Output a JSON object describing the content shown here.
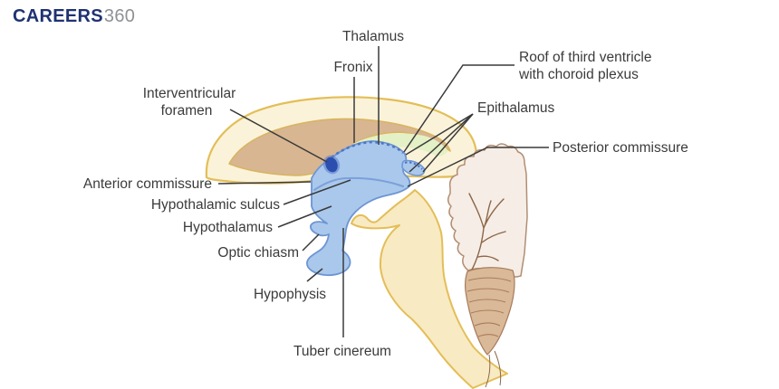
{
  "logo": {
    "brand": "CAREERS",
    "suffix": "360"
  },
  "labels": {
    "thalamus": "Thalamus",
    "fronix": "Fronix",
    "roof1": "Roof of third ventricle",
    "roof2": "with choroid plexus",
    "epithalamus": "Epithalamus",
    "posterior": "Posterior commissure",
    "foramen1": "Interventricular",
    "foramen2": "foramen",
    "anterior": "Anterior commissure",
    "sulcus": "Hypothalamic sulcus",
    "hypothalamus": "Hypothalamus",
    "optic": "Optic chiasm",
    "hypophysis": "Hypophysis",
    "tuber": "Tuber cinereum"
  },
  "colors": {
    "cream": "#FBF3D9",
    "gold": "#E3BE58",
    "tan": "#D8B691",
    "tanStroke": "#D9B45E",
    "green": "#E4F0C5",
    "blue": "#A9C8EC",
    "blueStroke": "#6D95D3",
    "roofBlue": "#4E76C6",
    "foramenDark": "#2C4EAE",
    "foramenHalo": "#5B7BCC",
    "sulcusBlue": "#7BA0D9",
    "stemYellow": "#F8EAC2",
    "cerebellumFill": "#F6EDE7",
    "cerebellumStroke": "#B28E71",
    "arborBrown": "#8C6747",
    "foliaTan": "#D9B997",
    "foliaStroke": "#A87C5C",
    "leader": "#3A3A3A",
    "labelText": "#3B3B3B",
    "logoNavy": "#1F3272",
    "logoGray": "#8F9194"
  }
}
